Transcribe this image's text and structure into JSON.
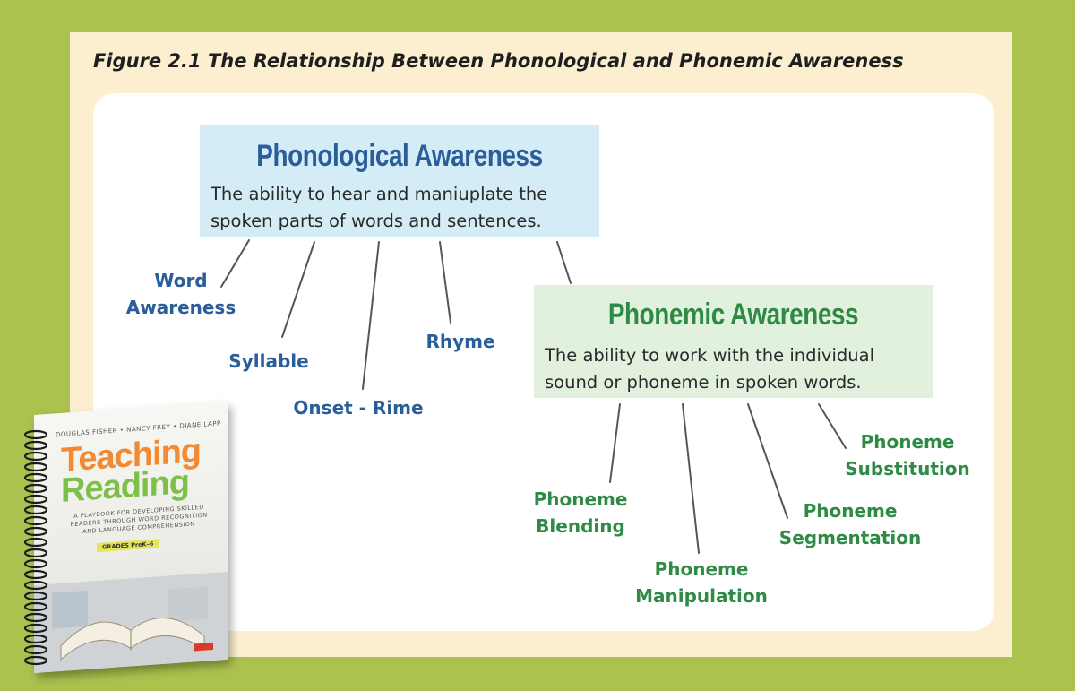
{
  "figure": {
    "title": "Figure 2.1   The Relationship Between Phonological and Phonemic Awareness"
  },
  "phonological": {
    "heading": "Phonological Awareness",
    "desc_line1": "The ability to hear and maniuplate the",
    "desc_line2": "spoken parts of words and sentences.",
    "color": "#2b5d9a",
    "box_color": "#d3ecf6",
    "components": [
      {
        "line1": "Word",
        "line2": "Awareness"
      },
      {
        "line1": "Syllable"
      },
      {
        "line1": "Onset - Rime"
      },
      {
        "line1": "Rhyme"
      }
    ]
  },
  "phonemic": {
    "heading": "Phonemic Awareness",
    "desc_line1": "The ability to work with the individual",
    "desc_line2": "sound or phoneme in spoken words.",
    "color": "#2e8a45",
    "box_color": "#e1f1de",
    "components": [
      {
        "line1": "Phoneme",
        "line2": "Blending"
      },
      {
        "line1": "Phoneme",
        "line2": "Manipulation"
      },
      {
        "line1": "Phoneme",
        "line2": "Segmentation"
      },
      {
        "line1": "Phoneme",
        "line2": "Substitution"
      }
    ]
  },
  "book": {
    "authors": "DOUGLAS FISHER • NANCY FREY • DIANE LAPP",
    "title_line1": "Teaching",
    "title_line2": "Reading",
    "subtitle_line1": "A PLAYBOOK FOR DEVELOPING SKILLED",
    "subtitle_line2": "READERS THROUGH WORD RECOGNITION",
    "subtitle_line3": "AND LANGUAGE COMPREHENSION",
    "grades": "GRADES PreK–6"
  }
}
